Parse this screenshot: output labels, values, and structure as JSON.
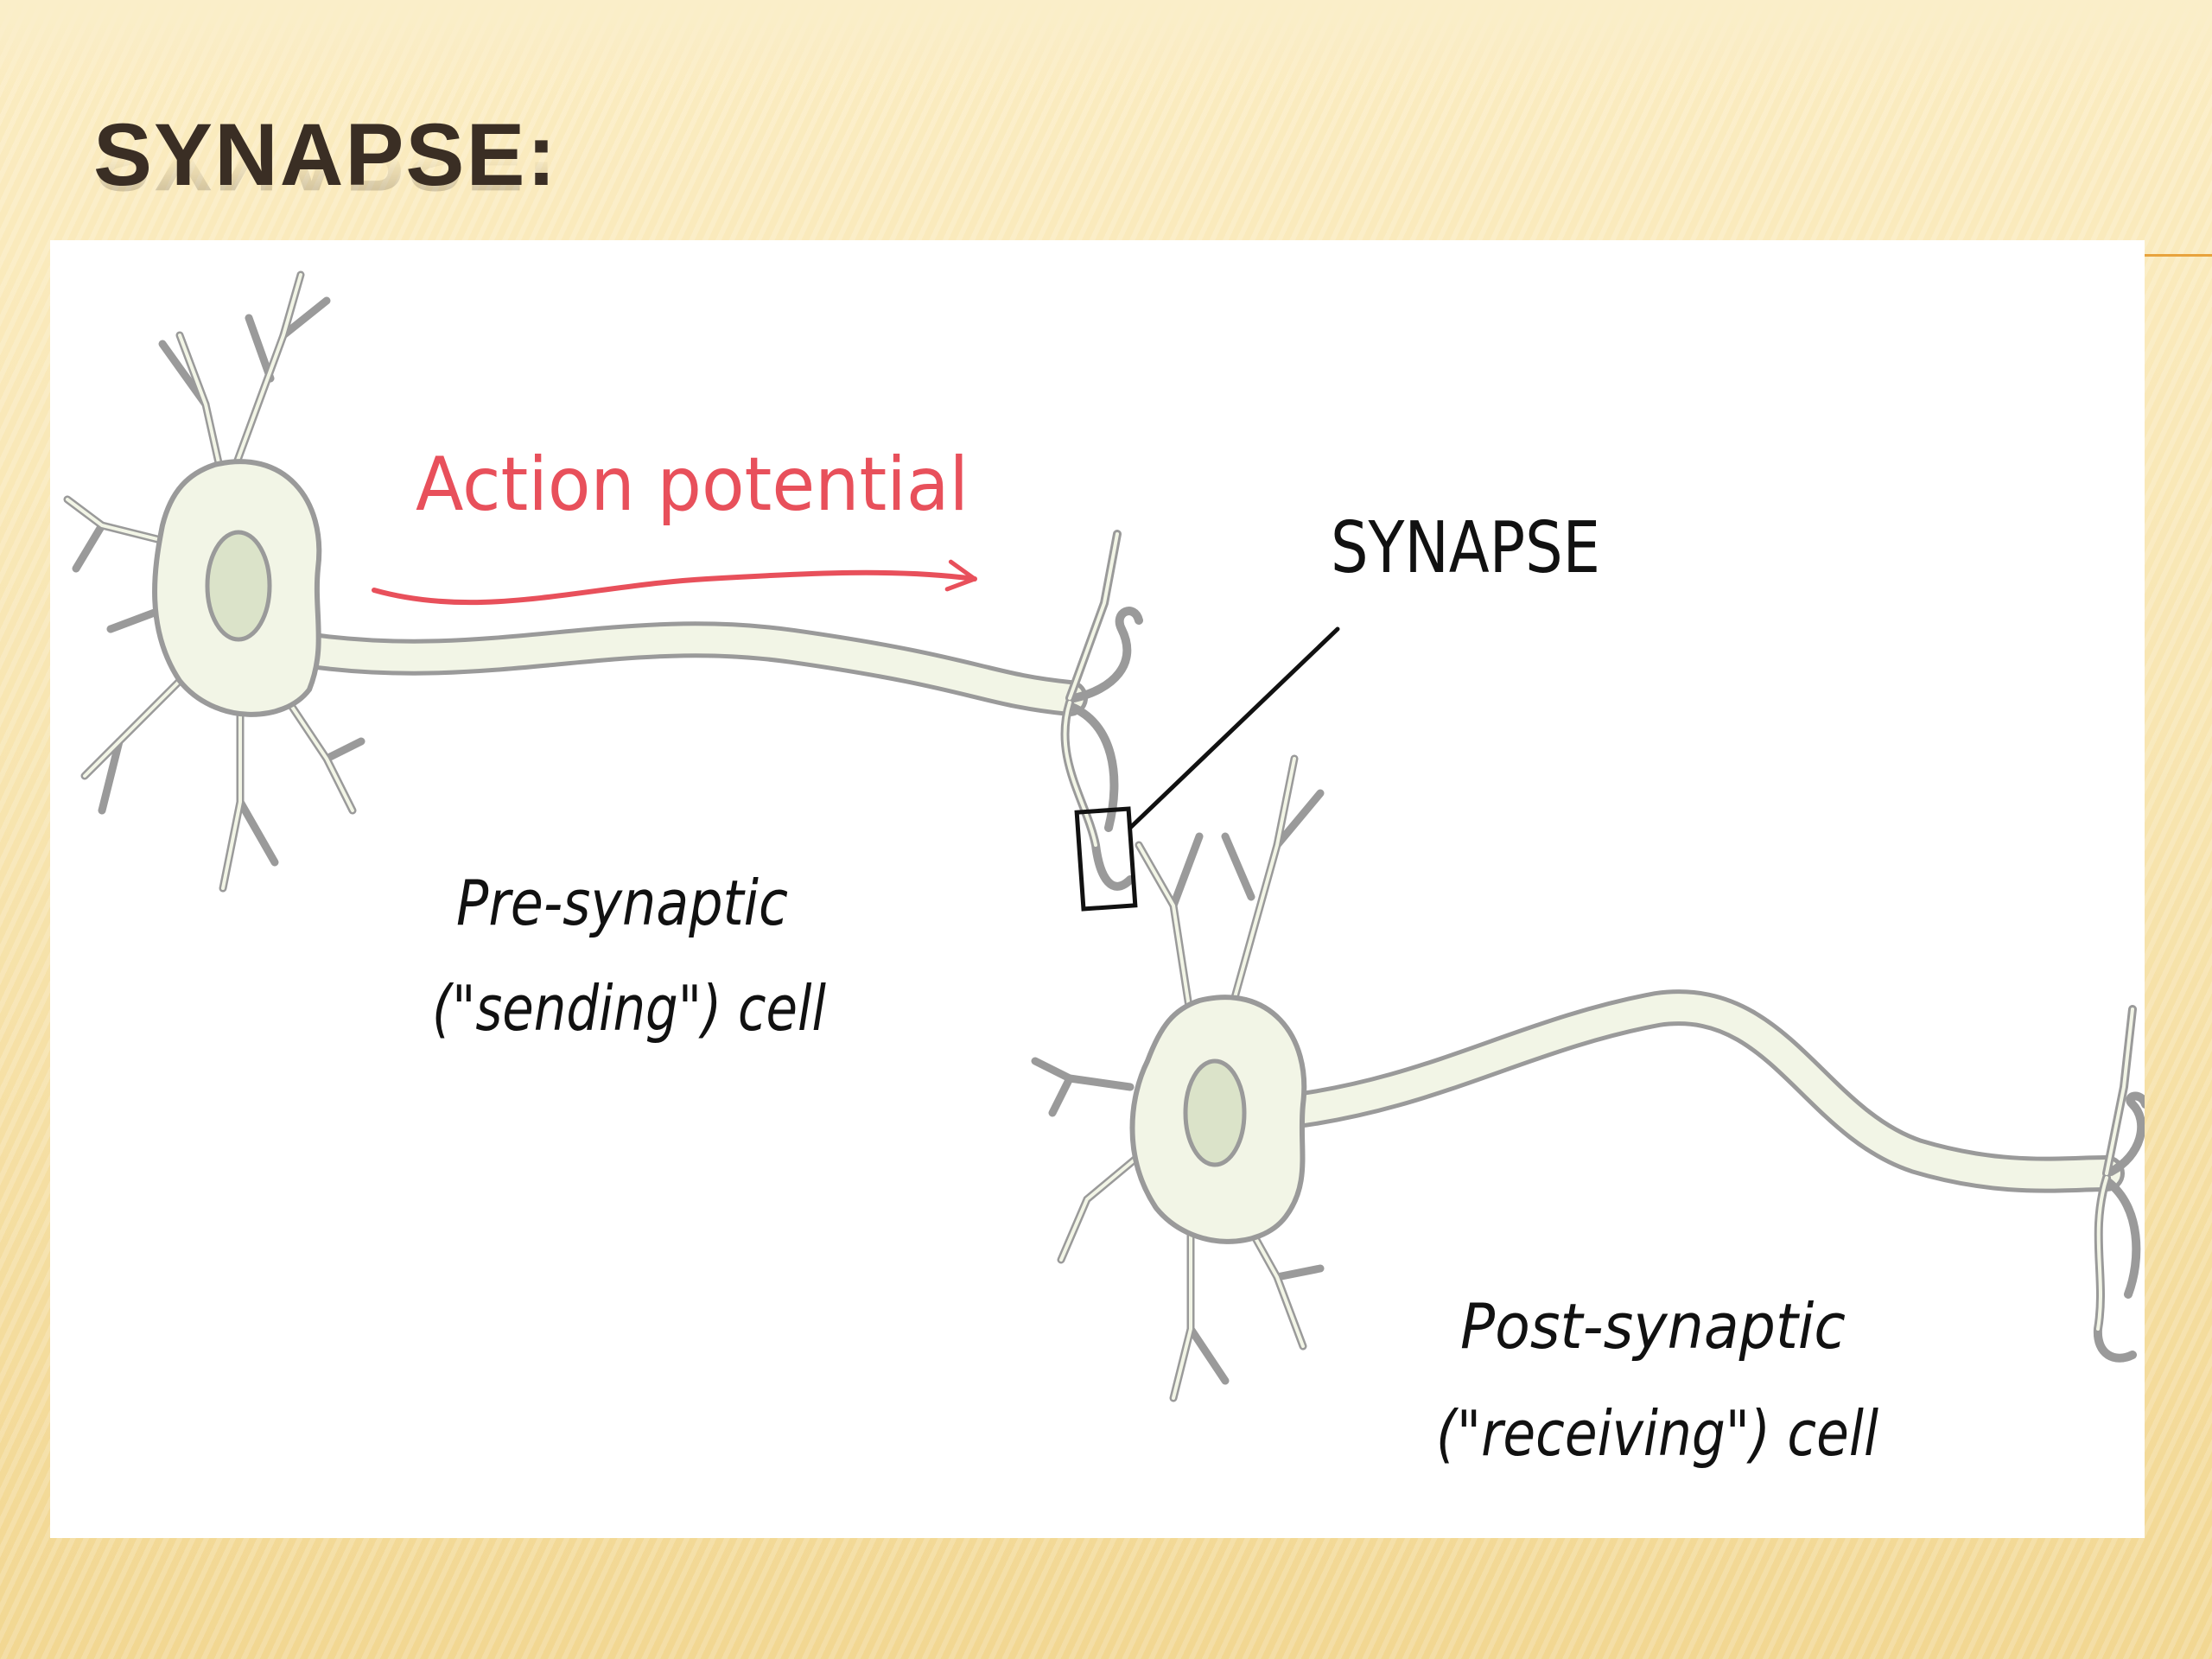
{
  "slide": {
    "title": "SYNAPSE:"
  },
  "diagram": {
    "action_potential_label": "Action potential",
    "synapse_label": "SYNAPSE",
    "presynaptic_label_line1": "Pre-synaptic",
    "presynaptic_label_line2": "(\"sending\") cell",
    "postsynaptic_label_line1": "Post-synaptic",
    "postsynaptic_label_line2": "(\"receiving\") cell"
  },
  "colors": {
    "background": "#f8e6b3",
    "title_text": "#3a2e24",
    "accent": "#e8a33d",
    "neuron_fill": "#f2f5e6",
    "neuron_outline": "#9a9a9a",
    "nucleus_fill": "#dbe3c9",
    "action_potential": "#e8505b",
    "label_text": "#111111"
  }
}
